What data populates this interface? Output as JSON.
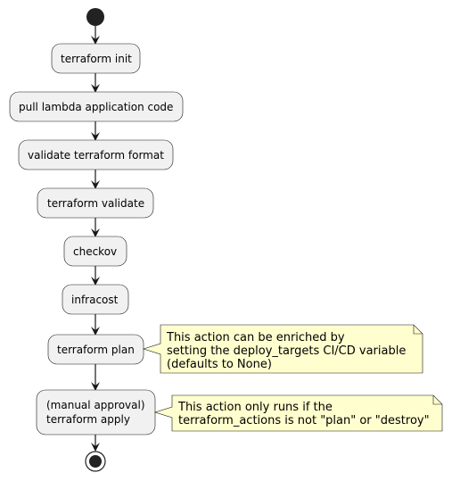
{
  "diagram": {
    "type": "activity",
    "steps": [
      {
        "label": [
          "terraform init"
        ]
      },
      {
        "label": [
          "pull lambda application code"
        ]
      },
      {
        "label": [
          "validate terraform format"
        ]
      },
      {
        "label": [
          "terraform validate"
        ]
      },
      {
        "label": [
          "checkov"
        ]
      },
      {
        "label": [
          "infracost"
        ]
      },
      {
        "label": [
          "terraform plan"
        ]
      },
      {
        "label": [
          "(manual approval)",
          "terraform apply"
        ]
      }
    ],
    "notes": [
      {
        "attached_to_step": 6,
        "lines": [
          "This action can be enriched by",
          "setting the deploy_targets CI/CD variable",
          "(defaults to None)"
        ]
      },
      {
        "attached_to_step": 7,
        "lines": [
          "This action only runs if the",
          "terraform_actions is not \"plan\" or \"destroy\""
        ]
      }
    ],
    "colors": {
      "activity_fill": "#f1f1f1",
      "activity_border": "#181818",
      "note_fill": "#fefece",
      "note_border": "#181818",
      "node_fill": "#222222",
      "arrow": "#181818"
    }
  }
}
